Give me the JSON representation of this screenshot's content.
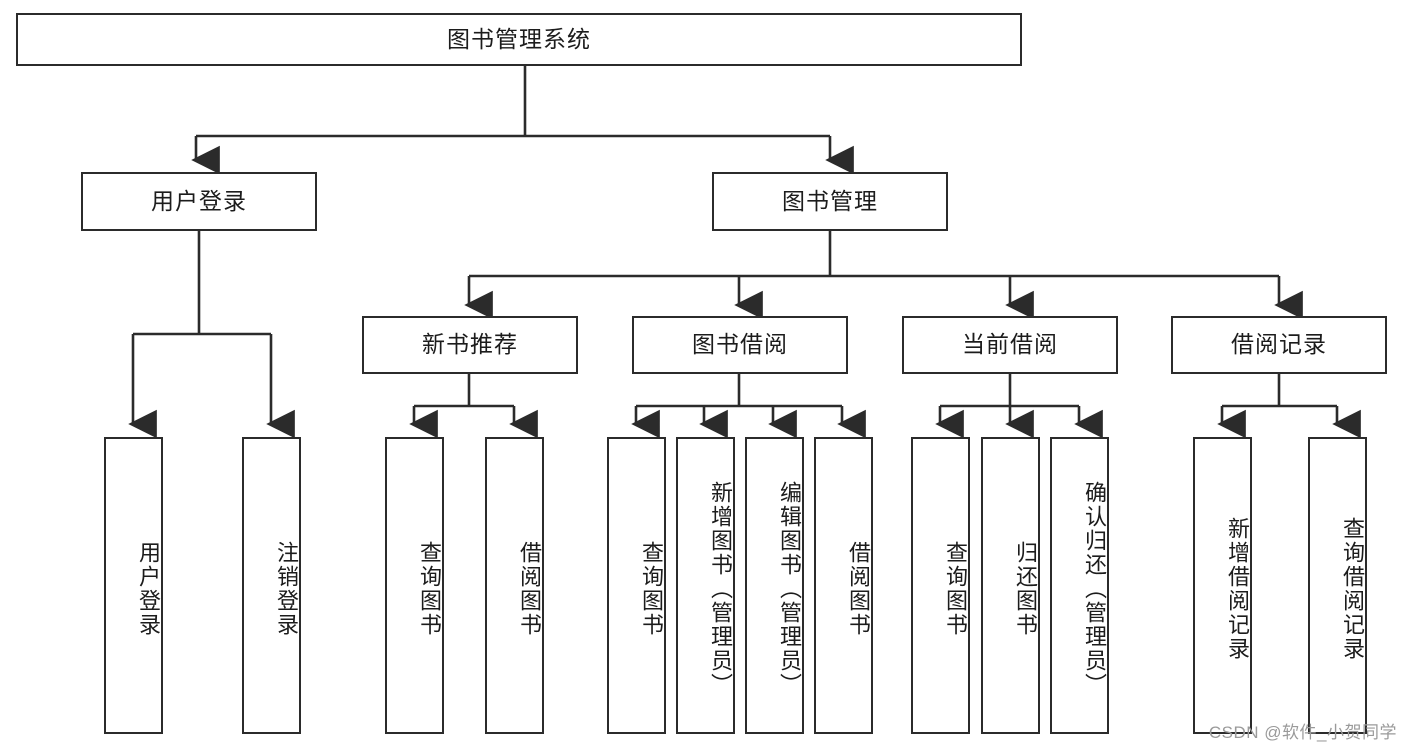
{
  "diagram": {
    "title": "图书管理系统",
    "type": "tree-hierarchy",
    "stroke_color": "#2b2b2b",
    "fill_color": "#ffffff",
    "text_color": "#1c1c1c",
    "root": {
      "label": "图书管理系统"
    },
    "level2": [
      {
        "label": "用户登录"
      },
      {
        "label": "图书管理"
      }
    ],
    "level3": [
      {
        "label": "新书推荐"
      },
      {
        "label": "图书借阅"
      },
      {
        "label": "当前借阅"
      },
      {
        "label": "借阅记录"
      }
    ],
    "leaves": {
      "user_login": [
        {
          "label": "用户登录"
        },
        {
          "label": "注销登录"
        }
      ],
      "new_book": [
        {
          "label": "查询图书"
        },
        {
          "label": "借阅图书"
        }
      ],
      "borrow_book": [
        {
          "label": "查询图书"
        },
        {
          "label": "新增图书（管理员）"
        },
        {
          "label": "编辑图书（管理员）"
        },
        {
          "label": "借阅图书"
        }
      ],
      "current_borrow": [
        {
          "label": "查询图书"
        },
        {
          "label": "归还图书"
        },
        {
          "label": "确认归还（管理员）"
        }
      ],
      "borrow_record": [
        {
          "label": "新增借阅记录"
        },
        {
          "label": "查询借阅记录"
        }
      ]
    }
  },
  "watermark": {
    "text": "CSDN @软件_小贺同学"
  }
}
